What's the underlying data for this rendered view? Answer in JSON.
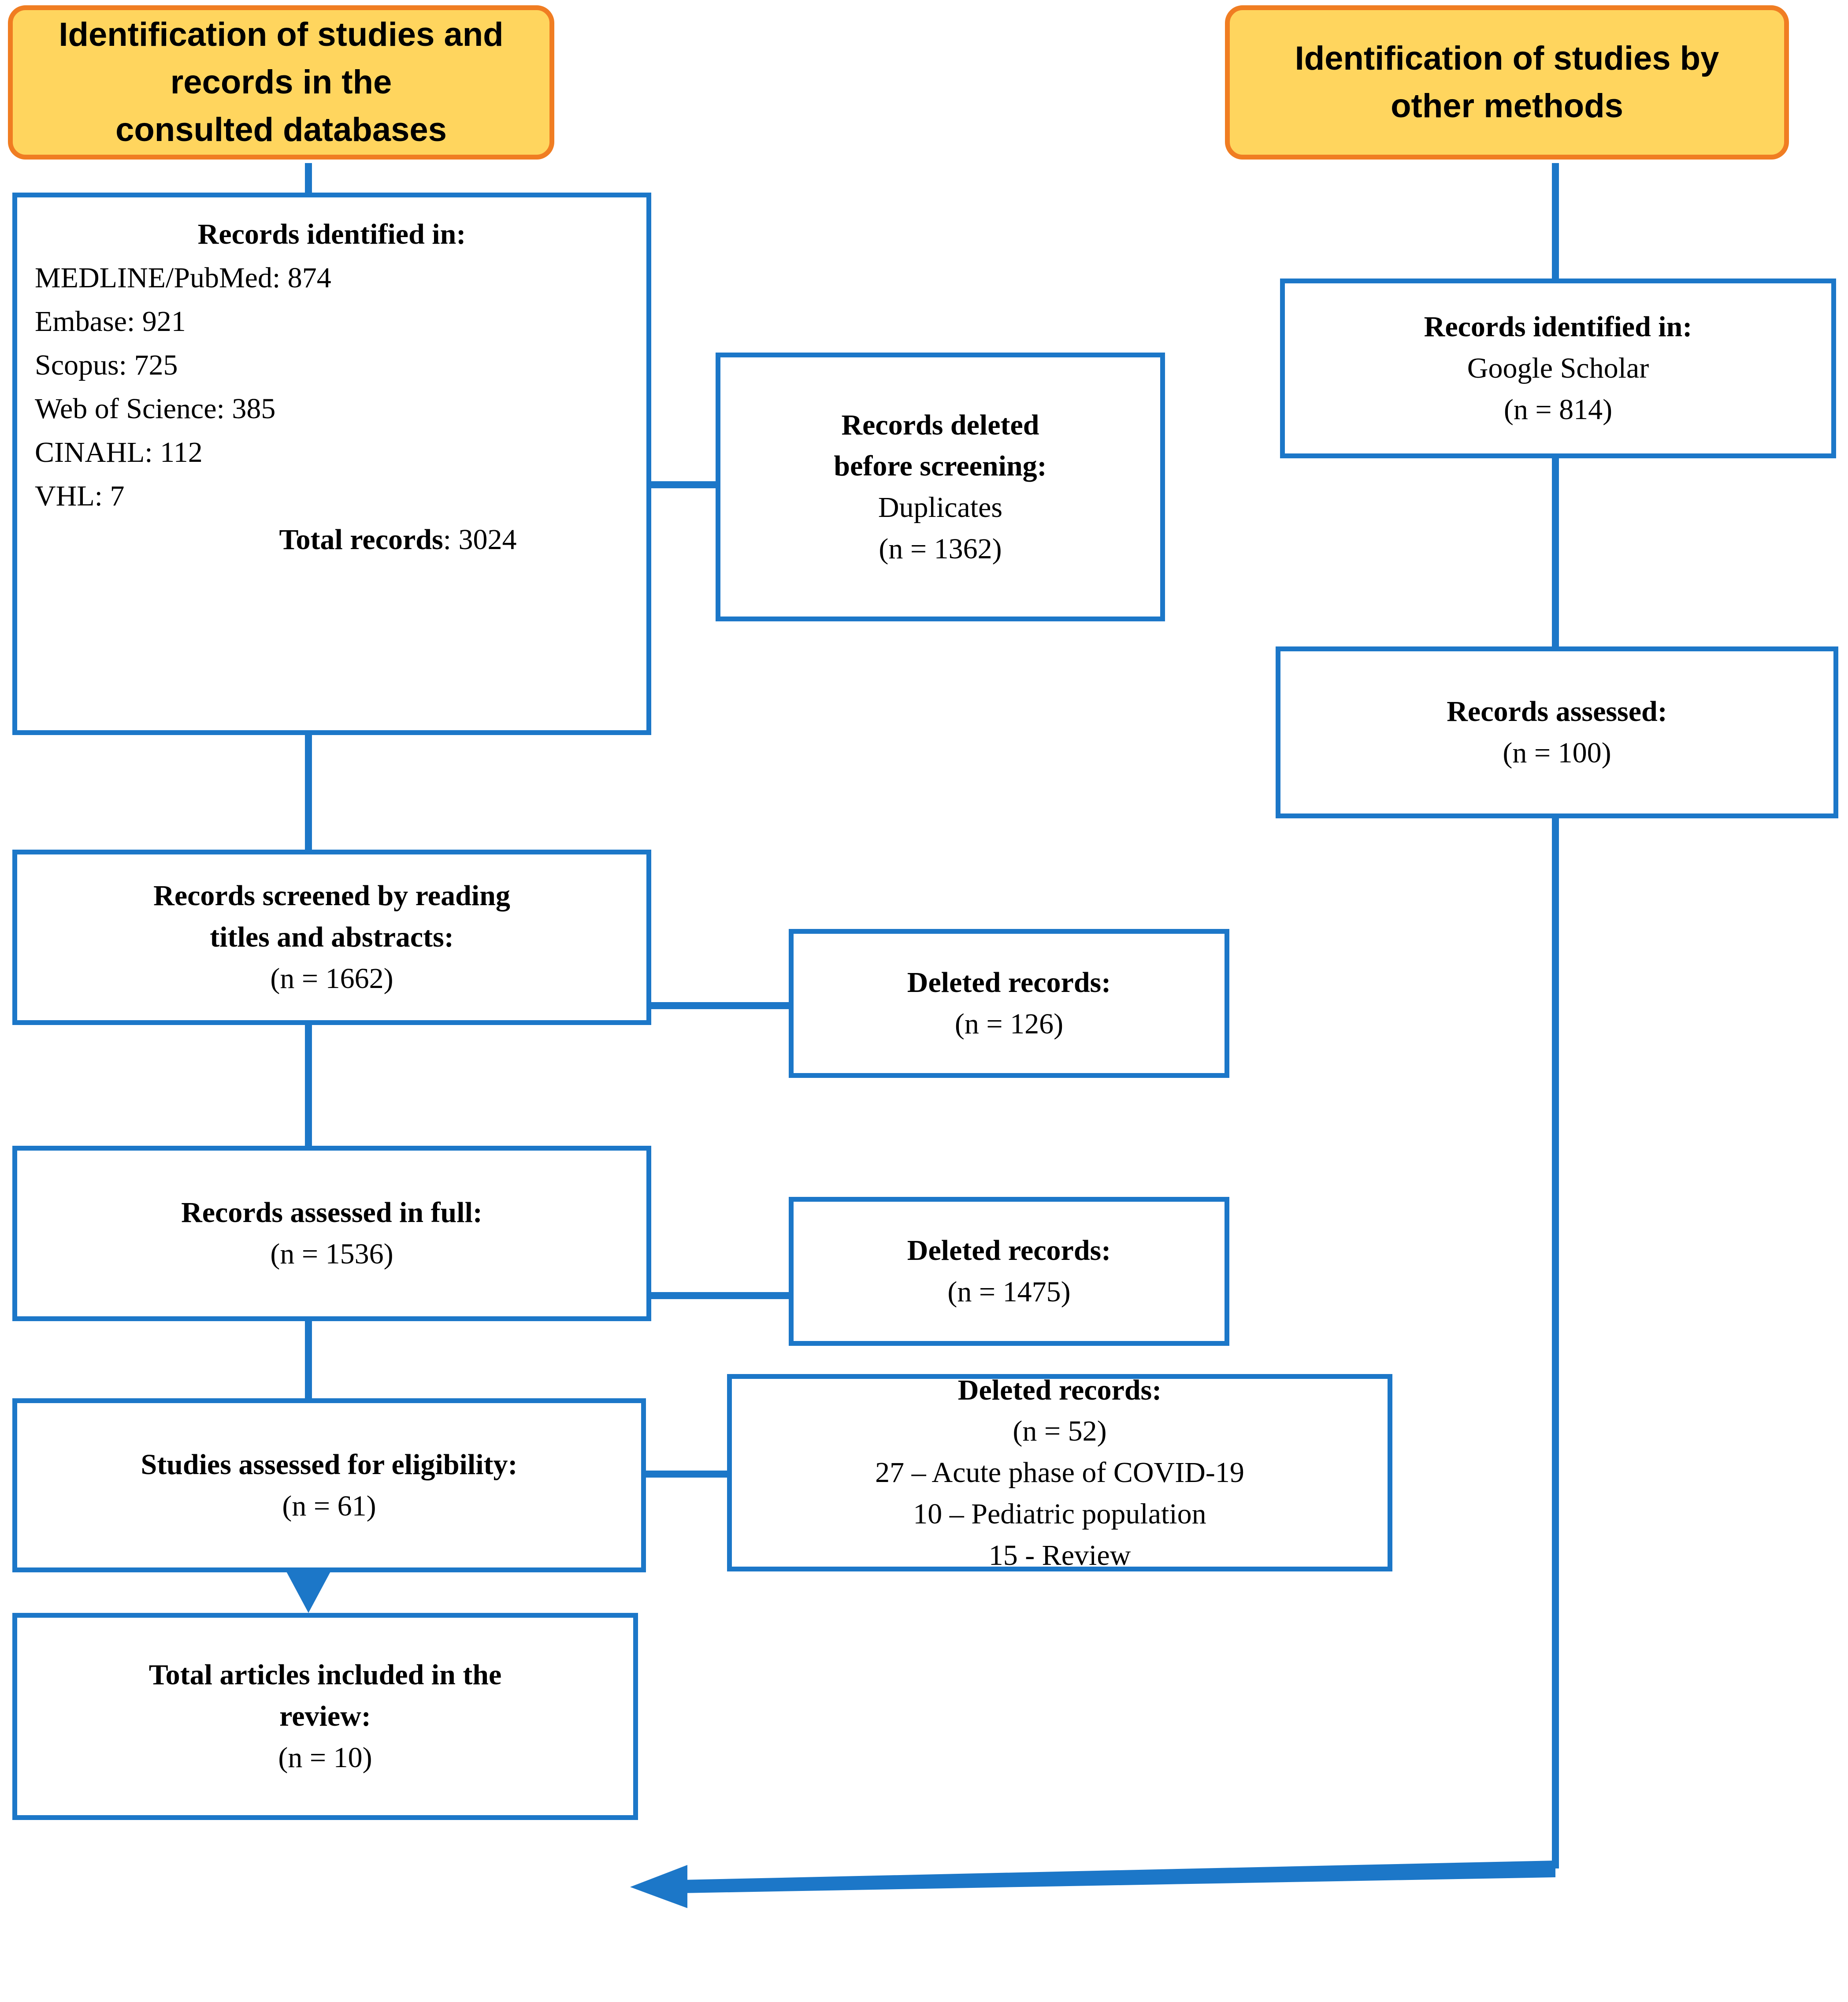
{
  "diagram": {
    "type": "prisma-flow-diagram",
    "colors": {
      "box_border": "#1c77c8",
      "header_fill": "#ffd55e",
      "header_border": "#f07d22",
      "connector": "#1c77c8",
      "text": "#000000",
      "background": "#ffffff"
    }
  },
  "headers": {
    "databases": {
      "line1": "Identification of studies and records in the",
      "line2": "consulted databases"
    },
    "other_methods": {
      "line1": "Identification of studies by",
      "line2": "other methods"
    }
  },
  "identification": {
    "title": "Records identified in:",
    "sources": [
      "MEDLINE/PubMed: 874",
      "Embase: 921",
      "Scopus: 725",
      "Web of Science: 385",
      "CINAHL: 112",
      "VHL: 7"
    ],
    "total_label": "Total records",
    "total_value": "3024",
    "total_line": "Total records: 3024"
  },
  "duplicates": {
    "line1": "Records deleted",
    "line2": "before screening:",
    "line3": "Duplicates",
    "count": "(n = 1362)"
  },
  "other_methods_source": {
    "title": "Records identified in:",
    "source": "Google Scholar",
    "count": "(n = 814)"
  },
  "other_methods_assessed": {
    "title": "Records assessed:",
    "count": "(n = 100)"
  },
  "screening": {
    "line1": "Records screened by reading",
    "line2": "titles and abstracts:",
    "count": "(n = 1662)"
  },
  "screening_excluded": {
    "title": "Deleted records:",
    "count": "(n = 126)"
  },
  "full_text": {
    "title": "Records assessed in full:",
    "count": "(n = 1536)"
  },
  "full_text_excluded": {
    "title": "Deleted records:",
    "count": "(n = 1475)"
  },
  "eligibility": {
    "title": "Studies assessed for eligibility:",
    "count": "(n = 61)"
  },
  "eligibility_excluded": {
    "title": "Deleted records:",
    "count": "(n = 52)",
    "reasons": [
      "27 – Acute phase of COVID-19",
      "10 – Pediatric population",
      "15 - Review"
    ]
  },
  "included": {
    "line1": "Total articles included in the",
    "line2": "review:",
    "count": "(n = 10)"
  }
}
